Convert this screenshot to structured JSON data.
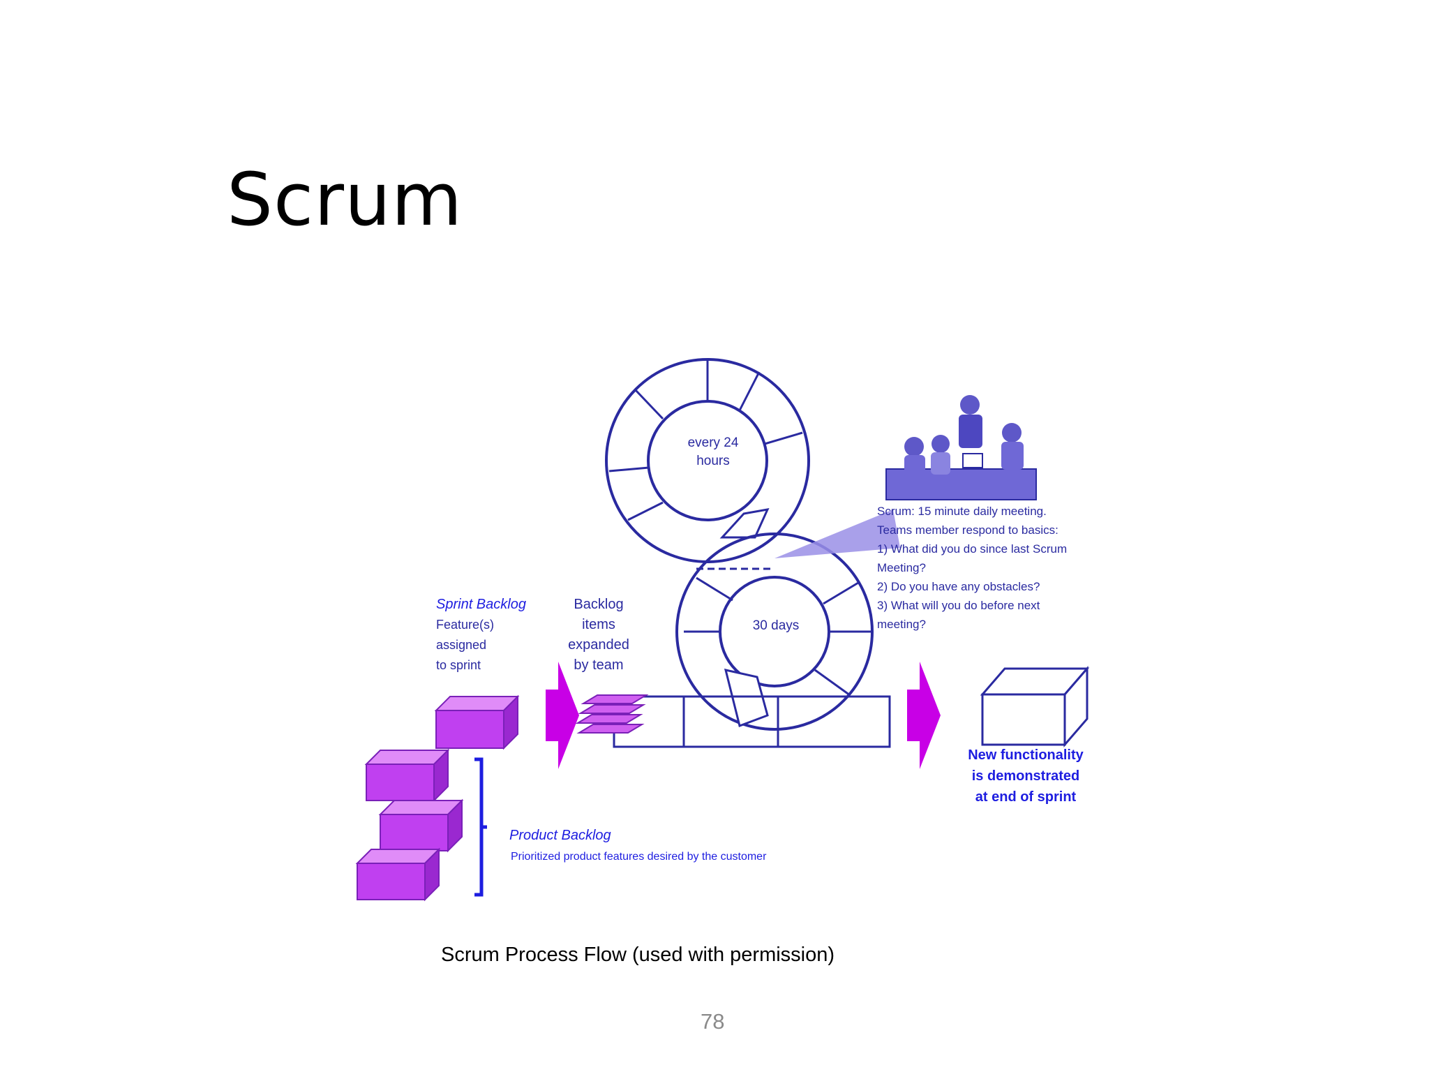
{
  "slide": {
    "title": "Scrum",
    "caption": "Scrum Process Flow (used with permission)",
    "page_number": "78"
  },
  "diagram": {
    "daily_cycle_label": [
      "every 24",
      "hours"
    ],
    "sprint_cycle_label": "30 days",
    "daily_meeting_text": [
      "Scrum: 15 minute daily meeting.",
      "Teams member respond to basics:",
      "1) What did you do since last Scrum",
      "Meeting?",
      "2) Do you have any obstacles?",
      "3) What will you do before next",
      "meeting?"
    ],
    "sprint_backlog": {
      "title": "Sprint Backlog",
      "lines": [
        "Feature(s)",
        "assigned",
        "to sprint"
      ]
    },
    "backlog_items": [
      "Backlog",
      "items",
      "expanded",
      "by team"
    ],
    "product_backlog": {
      "title": "Product Backlog",
      "description": "Prioritized product features desired by the customer"
    },
    "new_functionality": [
      "New functionality",
      "is demonstrated",
      "at end of sprint"
    ],
    "colors": {
      "outline": "#2a2aa0",
      "label_blue": "#1d1de0",
      "magenta": "#c800e6",
      "block_fill": "#c040f0",
      "block_edge": "#7a20b8",
      "ring_fill": "#ffffff",
      "meeting_shade": "#9a8fe6"
    }
  }
}
